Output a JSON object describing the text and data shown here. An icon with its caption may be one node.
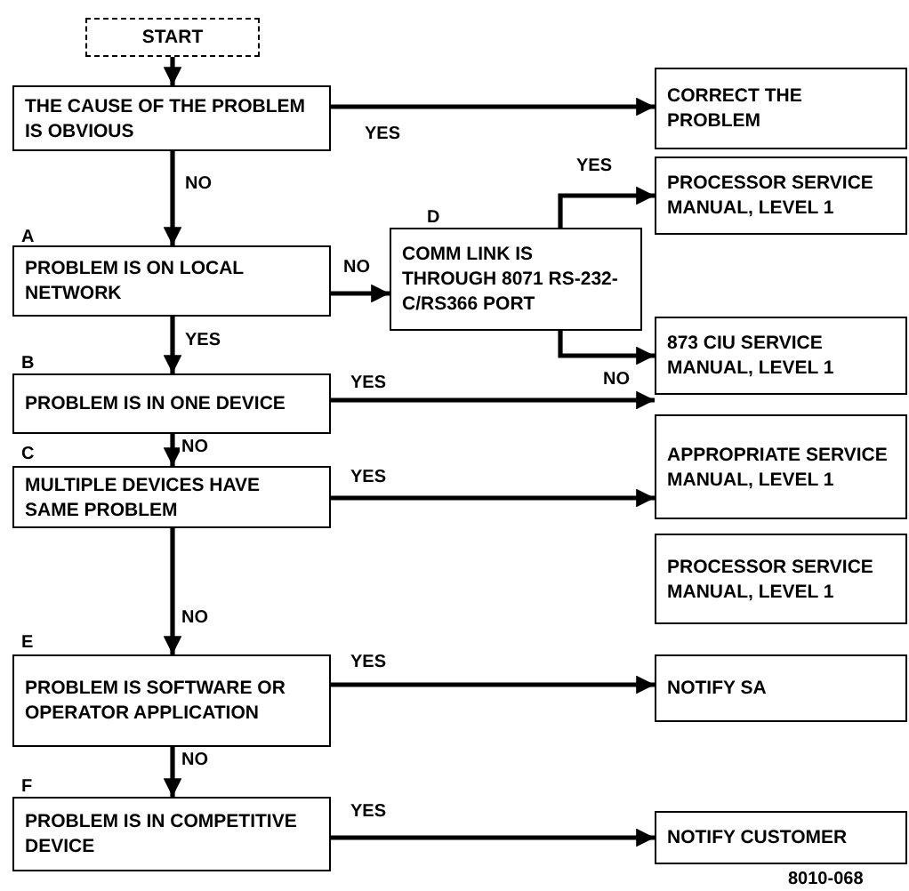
{
  "diagram": {
    "nodes": [
      {
        "text": [
          "START"
        ]
      },
      {
        "text": [
          "THE CAUSE OF THE PROBLEM IS OBVIOUS"
        ]
      },
      {
        "text": [
          "CORRECT THE PROBLEM"
        ]
      },
      {
        "text": [
          "PROBLEM IS ON LOCAL NETWORK"
        ],
        "beside": [
          "A"
        ]
      },
      {
        "text": [
          "COMM LINK IS THROUGH 8071 RS-232-C/RS366 PORT"
        ],
        "beside": [
          "D"
        ]
      },
      {
        "text": [
          "PROCESSOR SERVICE MANUAL, LEVEL 1"
        ]
      },
      {
        "text": [
          "873 CIU SERVICE MANUAL, LEVEL 1"
        ]
      },
      {
        "text": [
          "PROBLEM IS IN ONE DEVICE"
        ],
        "beside": [
          "B"
        ]
      },
      {
        "text": [
          "APPROPRIATE SERVICE MANUAL, LEVEL 1"
        ]
      },
      {
        "text": [
          "MULTIPLE DEVICES HAVE SAME PROBLEM"
        ],
        "beside": [
          "C"
        ]
      },
      {
        "text": [
          "PROCESSOR SERVICE MANUAL, LEVEL 1"
        ]
      },
      {
        "text": [
          "PROBLEM IS SOFTWARE OR OPERATOR APPLICATION"
        ],
        "beside": [
          "E"
        ]
      },
      {
        "text": [
          "NOTIFY SA"
        ]
      },
      {
        "text": [
          "PROBLEM IS IN COMPETITIVE DEVICE"
        ],
        "beside": [
          "F"
        ]
      },
      {
        "text": [
          "NOTIFY CUSTOMER"
        ]
      }
    ],
    "edges": [
      {
        "from": 0,
        "to": 1,
        "arrow": "to"
      },
      {
        "from": 1,
        "to": 2,
        "arrow": "to",
        "label": "YES"
      },
      {
        "from": 1,
        "to": 3,
        "arrow": "to",
        "label": "NO"
      },
      {
        "from": 3,
        "to": 4,
        "arrow": "to",
        "label": "NO"
      },
      {
        "from": 4,
        "to": 5,
        "arrow": "to",
        "label": "YES"
      },
      {
        "from": 4,
        "to": 6,
        "arrow": "to",
        "label": "NO"
      },
      {
        "from": 3,
        "to": 7,
        "arrow": "to",
        "label": "YES"
      },
      {
        "from": 7,
        "to": 8,
        "arrow": "to",
        "label": "YES"
      },
      {
        "from": 7,
        "to": 9,
        "arrow": "to",
        "label": "NO"
      },
      {
        "from": 9,
        "to": 10,
        "arrow": "to",
        "label": "YES"
      },
      {
        "from": 9,
        "to": 11,
        "arrow": "to",
        "label": "NO"
      },
      {
        "from": 11,
        "to": 12,
        "arrow": "to",
        "label": "YES"
      },
      {
        "from": 11,
        "to": 13,
        "arrow": "to",
        "label": "NO"
      },
      {
        "from": 13,
        "to": 14,
        "arrow": "to",
        "label": "YES"
      }
    ],
    "labels": [
      "8010-068"
    ]
  }
}
